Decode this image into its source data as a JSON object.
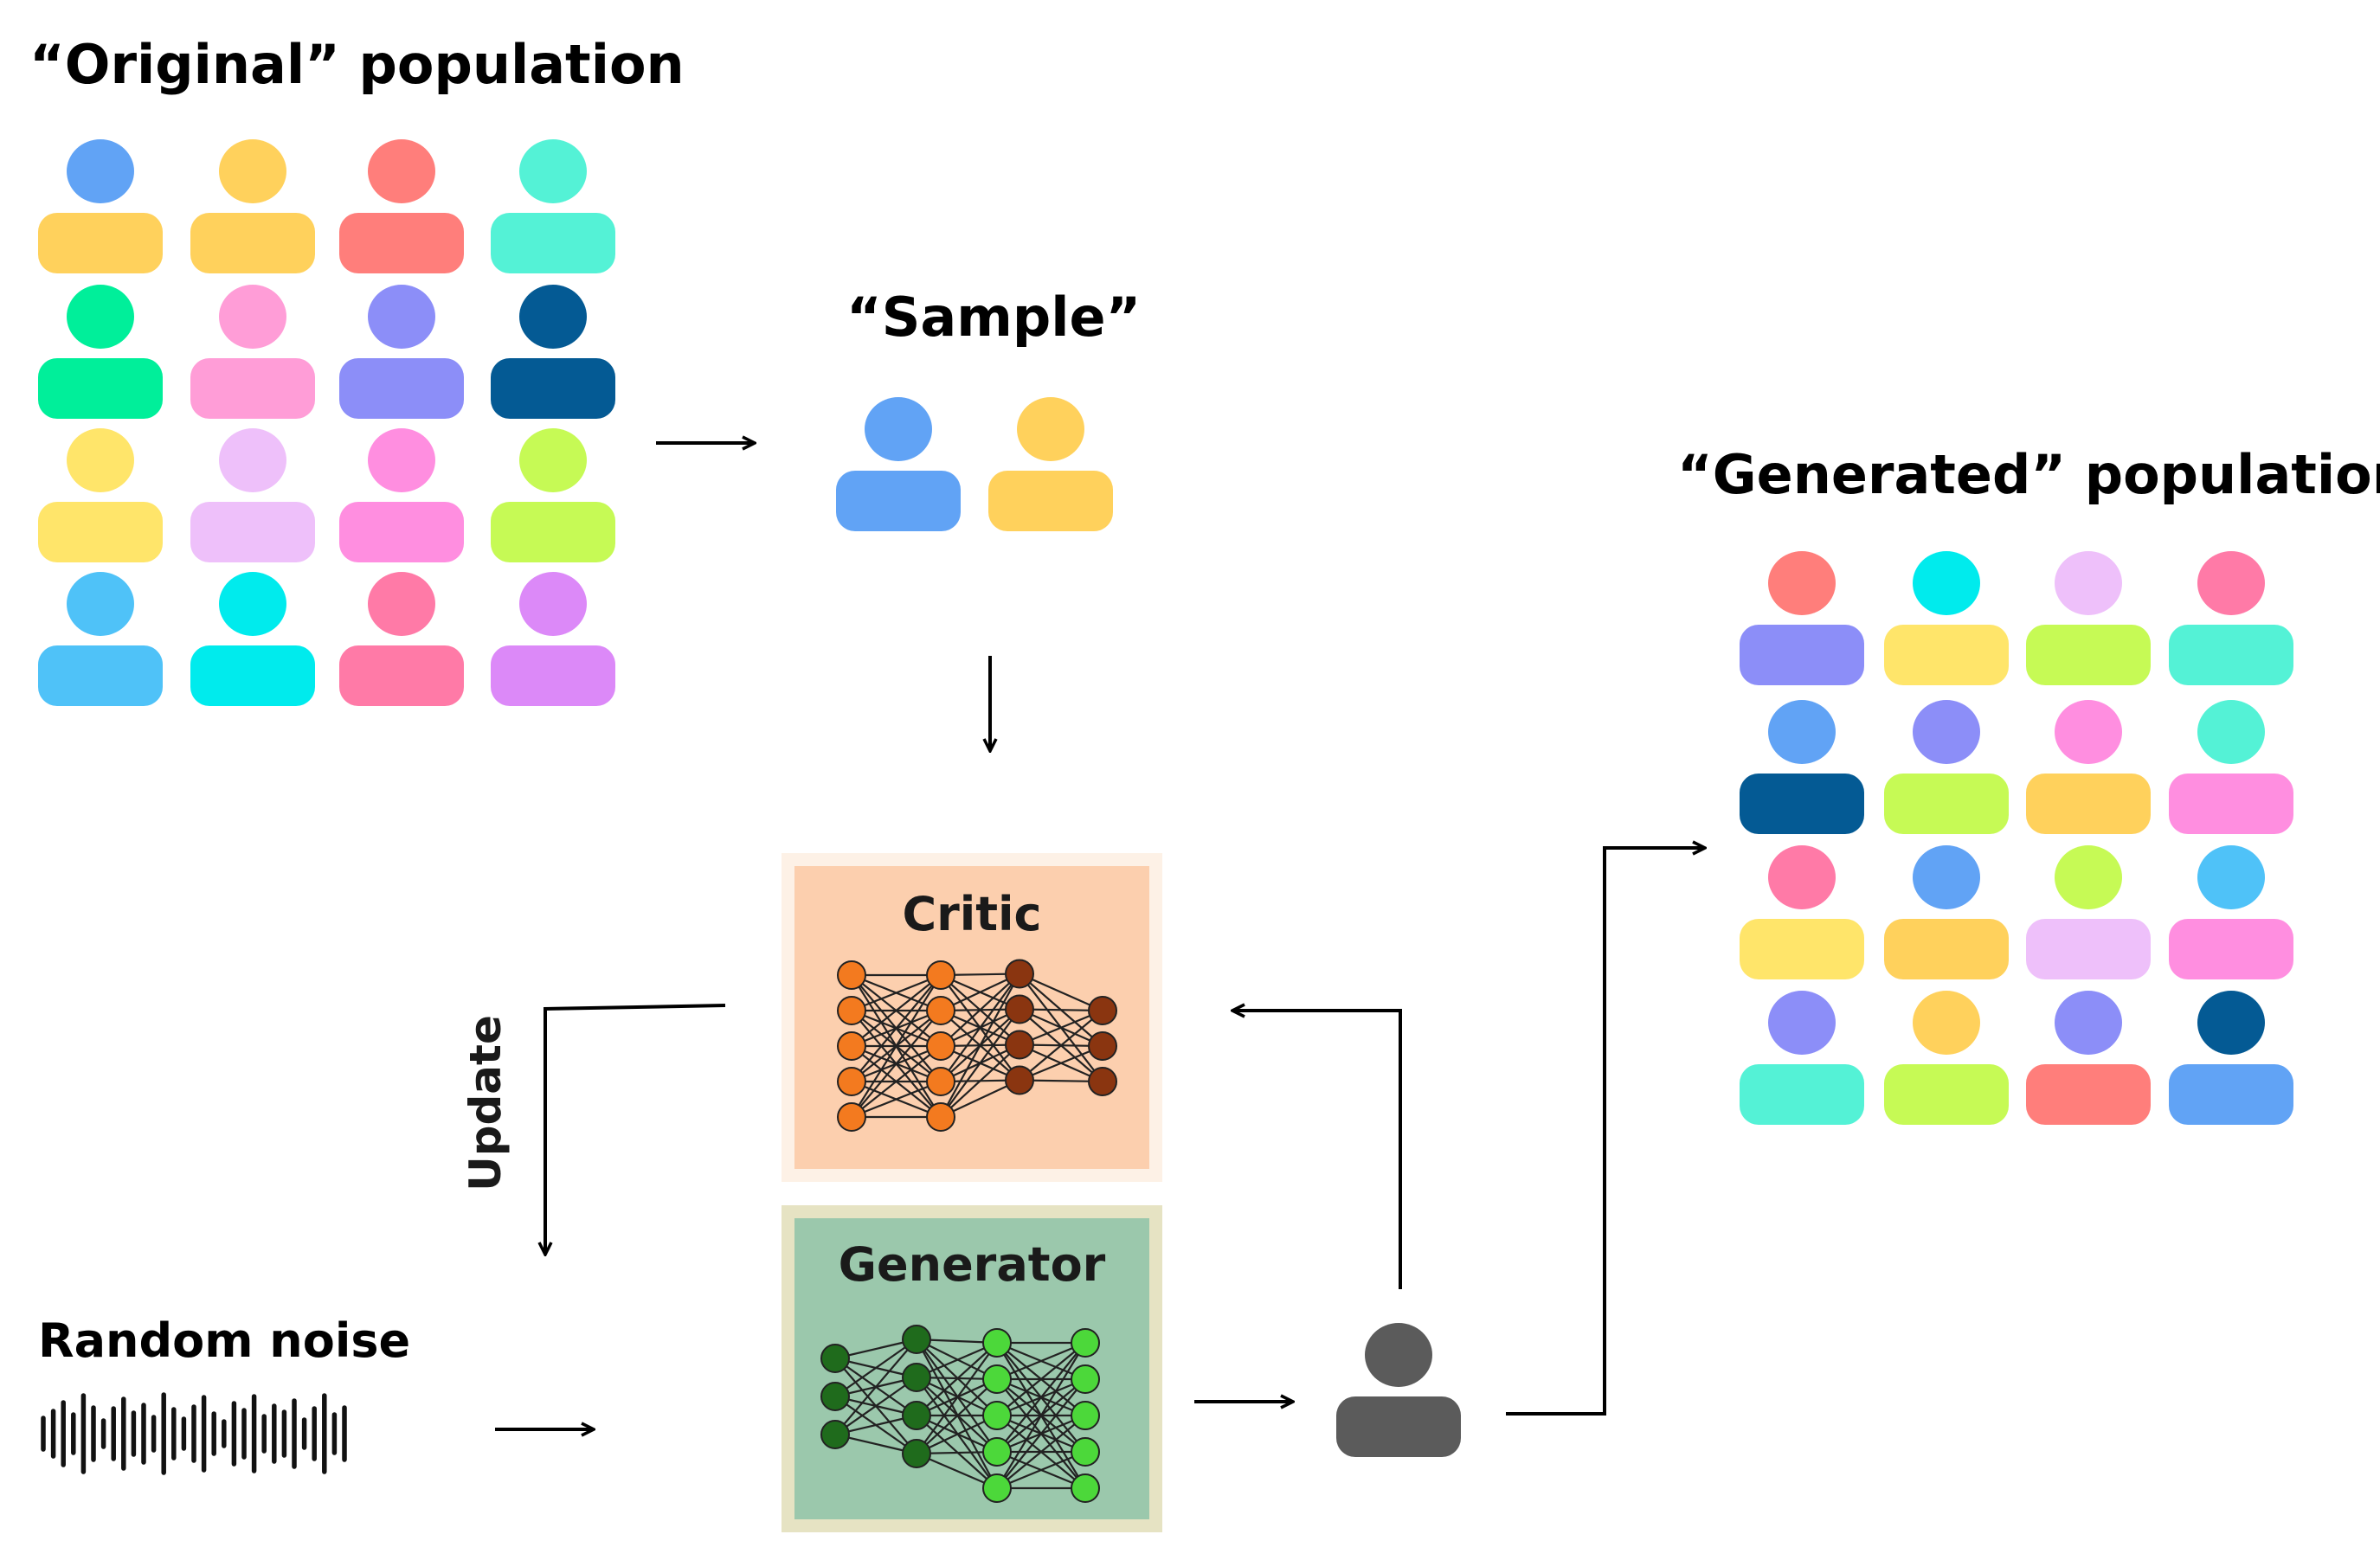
{
  "labels": {
    "original_population": "“Original” population",
    "sample": "“Sample”",
    "generated_population": "“Generated” population",
    "critic": "Critic",
    "generator": "Generator",
    "update": "Update",
    "random_noise": "Random noise"
  },
  "colors": {
    "critic_fill": "#fccfae",
    "critic_border": "#fdf1e6",
    "generator_fill": "#9bc8ac",
    "generator_border": "#e6e3c3",
    "critic_nodes_light": "#f37a1f",
    "critic_nodes_dark": "#8a3510",
    "generator_nodes_dark": "#1f6b1c",
    "generator_nodes_light": "#4cd83a",
    "single_person": "#5b5b5b"
  },
  "original_population": [
    [
      "#61a3f5",
      "#ffd15c"
    ],
    [
      "#ffd15c",
      "#ffd15c"
    ],
    [
      "#ff7e7b",
      "#ff7e7b"
    ],
    [
      "#54f2d6",
      "#54f2d6"
    ],
    [
      "#00ef9a",
      "#00ef9a"
    ],
    [
      "#ff9dd7",
      "#ff9dd7"
    ],
    [
      "#8c8ef8",
      "#8c8ef8"
    ],
    [
      "#045a94",
      "#045a94"
    ],
    [
      "#ffe56a",
      "#ffe56a"
    ],
    [
      "#eec0fa",
      "#eec0fa"
    ],
    [
      "#ff8ee0",
      "#ff8ee0"
    ],
    [
      "#c6fa55",
      "#c6fa55"
    ],
    [
      "#4fc2f8",
      "#4fc2f8"
    ],
    [
      "#00ebed",
      "#00ebed"
    ],
    [
      "#ff7aa7",
      "#ff7aa7"
    ],
    [
      "#dc89f8",
      "#dc89f8"
    ]
  ],
  "sample": [
    [
      "#61a3f5",
      "#61a3f5"
    ],
    [
      "#ffd15c",
      "#ffd15c"
    ]
  ],
  "generated_population": [
    [
      "#ff7e7b",
      "#8c8ef8"
    ],
    [
      "#00ebed",
      "#ffe56a"
    ],
    [
      "#eec0fa",
      "#c6fa55"
    ],
    [
      "#ff7aa7",
      "#54f2d6"
    ],
    [
      "#61a3f5",
      "#045a94"
    ],
    [
      "#8c8ef8",
      "#c6fa55"
    ],
    [
      "#ff8ee0",
      "#ffd15c"
    ],
    [
      "#54f2d6",
      "#ff8ee0"
    ],
    [
      "#ff7aa7",
      "#ffe56a"
    ],
    [
      "#61a3f5",
      "#ffd15c"
    ],
    [
      "#c6fa55",
      "#eec0fa"
    ],
    [
      "#4fc2f8",
      "#ff8ee0"
    ],
    [
      "#8c8ef8",
      "#54f2d6"
    ],
    [
      "#ffd15c",
      "#c6fa55"
    ],
    [
      "#8c8ef8",
      "#ff7e7b"
    ],
    [
      "#045a94",
      "#61a3f5"
    ]
  ],
  "noise_bars": [
    36,
    52,
    72,
    44,
    88,
    60,
    30,
    58,
    80,
    48,
    66,
    38,
    90,
    56,
    34,
    62,
    84,
    46,
    28,
    70,
    54,
    86,
    40,
    64,
    50,
    76,
    32,
    58,
    88,
    44,
    60
  ]
}
